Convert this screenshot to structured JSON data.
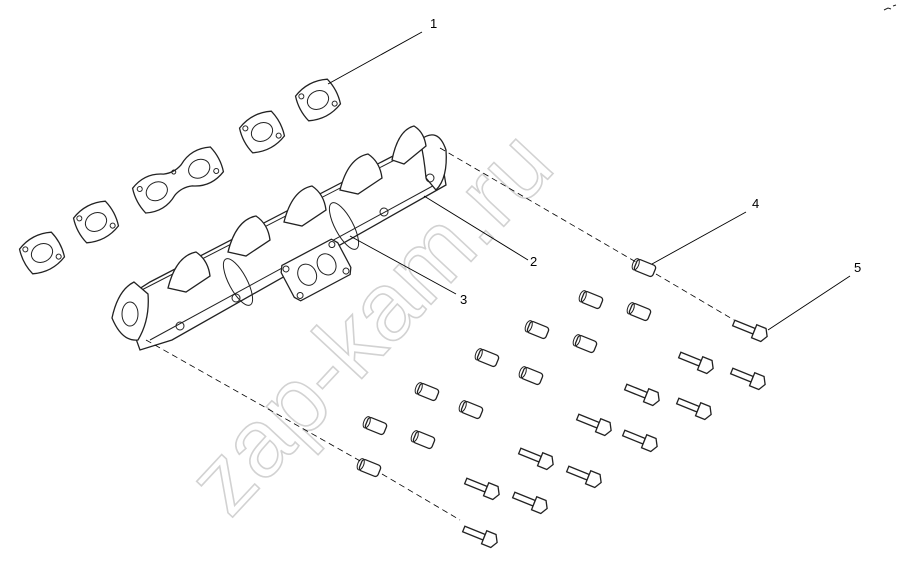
{
  "watermark": "zap-kam.ru",
  "callouts": [
    {
      "id": "1",
      "label": "1"
    },
    {
      "id": "2",
      "label": "2"
    },
    {
      "id": "3",
      "label": "3"
    },
    {
      "id": "4",
      "label": "4"
    },
    {
      "id": "5",
      "label": "5"
    }
  ],
  "colors": {
    "line": "#222222",
    "watermark": "#d2d2d2",
    "background": "#ffffff"
  }
}
